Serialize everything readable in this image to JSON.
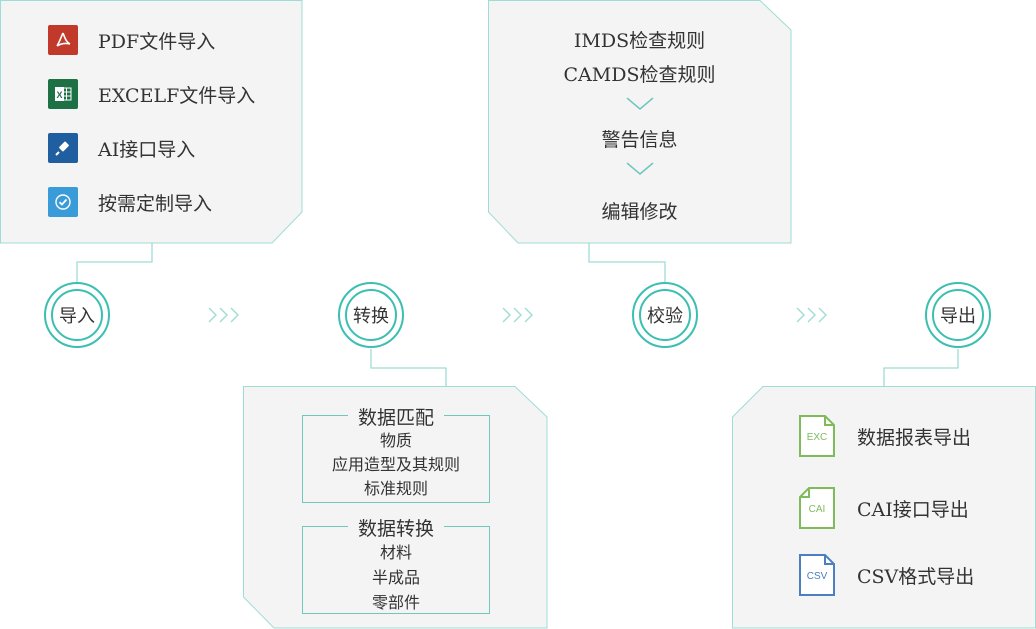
{
  "import_panel": {
    "items": [
      {
        "label": "PDF文件导入",
        "icon": "pdf-icon",
        "color": "#c0392b"
      },
      {
        "label": "EXCELF文件导入",
        "icon": "excel-icon",
        "color": "#1e7145"
      },
      {
        "label": "AI接口导入",
        "icon": "usb-plug-icon",
        "color": "#1f5fa0"
      },
      {
        "label": "按需定制导入",
        "icon": "checkmark-icon",
        "color": "#3a9bd9"
      }
    ]
  },
  "check_panel": {
    "line1": "IMDS检查规则",
    "line2": "CAMDS检查规则",
    "line3": "警告信息",
    "line4": "编辑修改"
  },
  "steps": [
    {
      "label": "导入"
    },
    {
      "label": "转换"
    },
    {
      "label": "校验"
    },
    {
      "label": "导出"
    }
  ],
  "convert_panel": {
    "box1": {
      "title": "数据匹配",
      "lines": [
        "物质",
        "应用造型及其规则",
        "标准规则"
      ]
    },
    "box2": {
      "title": "数据转换",
      "lines": [
        "材料",
        "半成品",
        "零部件"
      ]
    }
  },
  "export_panel": {
    "items": [
      {
        "label": "数据报表导出",
        "file_label": "EXC",
        "color": "#7dbb5b"
      },
      {
        "label": "CAI接口导出",
        "file_label": "CAI",
        "color": "#7dbb5b"
      },
      {
        "label": "CSV格式导出",
        "file_label": "CSV",
        "color": "#4a80c0"
      }
    ]
  },
  "colors": {
    "accent": "#3bbfb1",
    "panel_bg": "#f4f4f4",
    "panel_border": "#9fdcd5"
  }
}
